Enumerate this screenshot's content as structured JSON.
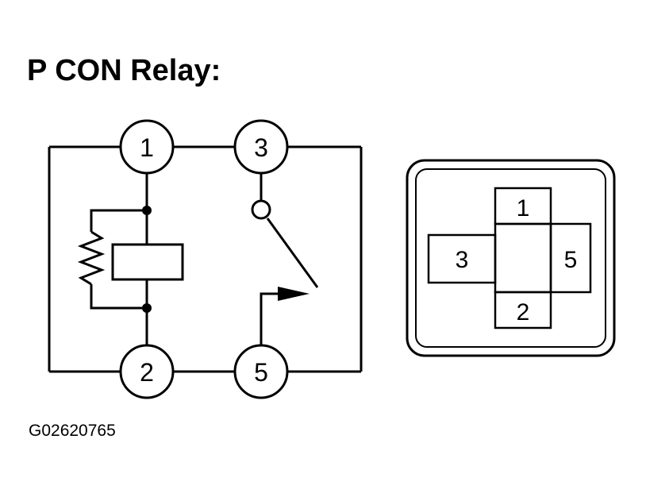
{
  "title": "P CON Relay:",
  "figure_code": "G02620765",
  "schematic": {
    "terminals": [
      "1",
      "3",
      "2",
      "5"
    ]
  },
  "connector": {
    "cells": [
      "1",
      "3",
      "5",
      "2"
    ]
  }
}
